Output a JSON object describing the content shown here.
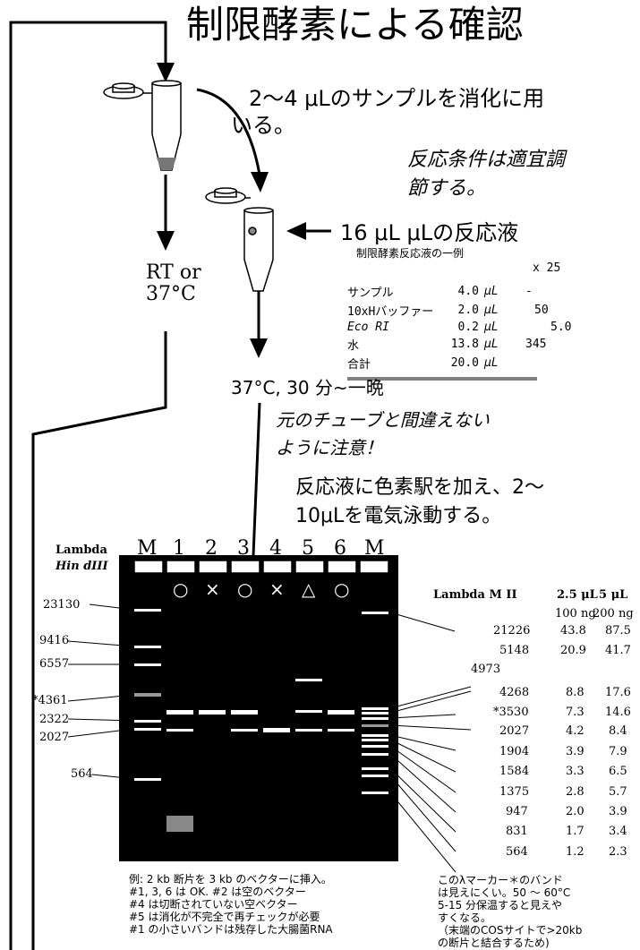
{
  "title": "制限酵素による確認",
  "step1_text_a": "2～4 μLのサンプルを消化に用",
  "step1_text_b": "いる。",
  "note_conditions_a": "反応条件は適宜調",
  "note_conditions_b": "節する。",
  "reaction_mix_heading": "16 μL μLの反応液",
  "rt_label_a": "RT or",
  "rt_label_b": "37°C",
  "table": {
    "caption": "制限酵素反応液の一例",
    "multiplier_header": "x 25",
    "rows": [
      {
        "name": "サンプル",
        "amount": "4.0",
        "unit": "μL",
        "x25": "-"
      },
      {
        "name": "10xHバッファー",
        "amount": "2.0",
        "unit": "μL",
        "x25": "50"
      },
      {
        "name": "Eco RI",
        "amount": "0.2",
        "unit": "μL",
        "x25": "5.0"
      },
      {
        "name": "水",
        "amount": "13.8",
        "unit": "μL",
        "x25": "345"
      },
      {
        "name": "合計",
        "amount": "20.0",
        "unit": "μL",
        "x25": ""
      }
    ]
  },
  "incubation": "37°C, 30 分~一晩",
  "caution_a": "元のチューブと間違えない",
  "caution_b": "ように注意！",
  "gel_instruction_a": "反応液に色素駅を加え、2～",
  "gel_instruction_b": "10μLを電気泳動する。",
  "left_marker": {
    "title_a": "Lambda",
    "title_b": "Hin dIII",
    "sizes": [
      "23130",
      "9416",
      "6557",
      "*4361",
      "2322",
      "2027",
      "564"
    ]
  },
  "lanes": [
    "M",
    "1",
    "2",
    "3",
    "4",
    "5",
    "6",
    "M"
  ],
  "lane_results": [
    "○",
    "×",
    "○",
    "×",
    "△",
    "○"
  ],
  "right_marker": {
    "title": "Lambda M II",
    "col_a": "2.5 μL",
    "col_b": "5 μL",
    "sub_a": "100 ng",
    "sub_b": "200 ng",
    "rows": [
      {
        "size": "21226",
        "a": "43.8",
        "b": "87.5"
      },
      {
        "size": "5148",
        "a": "20.9",
        "b": "41.7"
      },
      {
        "size": "4973",
        "a": "",
        "b": ""
      },
      {
        "size": "4268",
        "a": "8.8",
        "b": "17.6"
      },
      {
        "size": "*3530",
        "a": "7.3",
        "b": "14.6"
      },
      {
        "size": "2027",
        "a": "4.2",
        "b": "8.4"
      },
      {
        "size": "1904",
        "a": "3.9",
        "b": "7.9"
      },
      {
        "size": "1584",
        "a": "3.3",
        "b": "6.5"
      },
      {
        "size": "1375",
        "a": "2.8",
        "b": "5.7"
      },
      {
        "size": "947",
        "a": "2.0",
        "b": "3.9"
      },
      {
        "size": "831",
        "a": "1.7",
        "b": "3.4"
      },
      {
        "size": "564",
        "a": "1.2",
        "b": "2.3"
      }
    ]
  },
  "example_notes": [
    "例: 2 kb 断片を 3 kb のベクターに挿入。",
    "#1, 3, 6 は OK. #2 は空のベクター",
    "#4 は切断されていない空ベクター",
    "#5 は消化が不完全で再チェックが必要",
    "#1 の小さいバンドは残存した大腸菌RNA"
  ],
  "marker_notes": [
    "このλマーカー＊のバンド",
    "は見えにくい。50 ～ 60°C",
    "5-15 分保温すると見えや",
    "すくなる。",
    "（末端のCOSサイトで>20kb",
    "の断片と結合するため)"
  ]
}
